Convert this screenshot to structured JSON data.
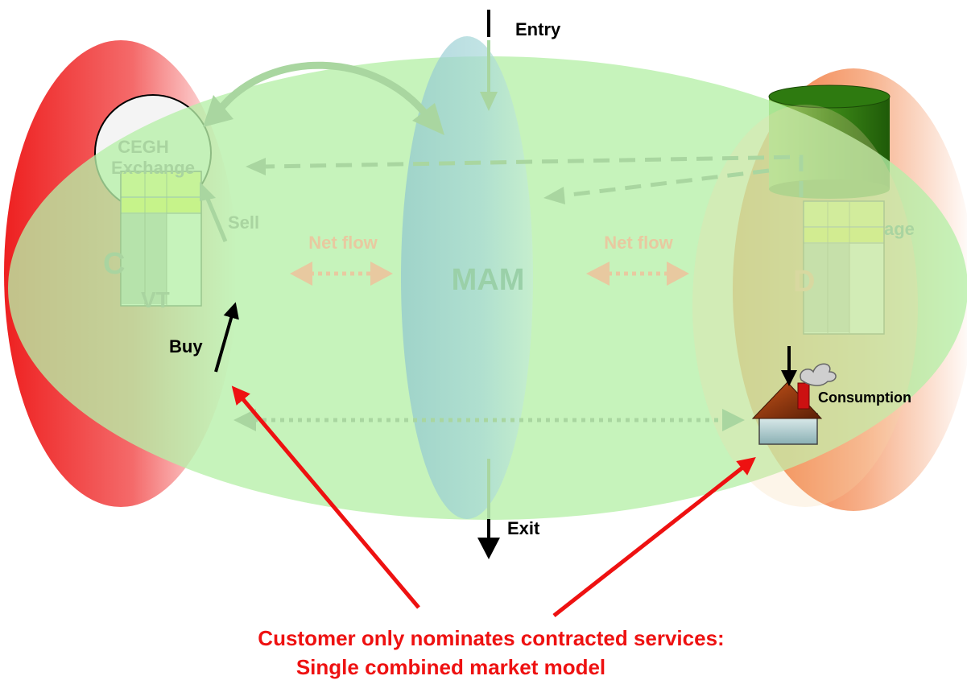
{
  "labels": {
    "entry": "Entry",
    "exit": "Exit",
    "cegh_line1": "CEGH",
    "cegh_line2": "Exchange",
    "sell": "Sell",
    "buy": "Buy",
    "net_flow_left": "Net flow",
    "net_flow_right": "Net flow",
    "mam": "MAM",
    "left_zone_fragment": "C",
    "left_zone_fragment2": "VT",
    "right_zone_fragment": "D",
    "storage_fragment": "age",
    "consumption": "Consumption"
  },
  "callout": {
    "line1": "Customer only nominates contracted services:",
    "line2": "Single combined market model"
  },
  "colors": {
    "left_zone": "#ee2222",
    "right_zone": "#f07a3a",
    "market_area": "#b6f0a8",
    "mam_column": "#9fd0d6",
    "callout_red": "#ee1111",
    "faded_arrow": "#a9d6a0",
    "net_flow_arrow": "#e8c9a0",
    "storage_green": "#2f7a12",
    "nomination_yellow": "#ffff44"
  },
  "icons": [
    "storage-cylinder-icon",
    "house-icon",
    "smoke-icon",
    "nomination-sheet-icon"
  ]
}
